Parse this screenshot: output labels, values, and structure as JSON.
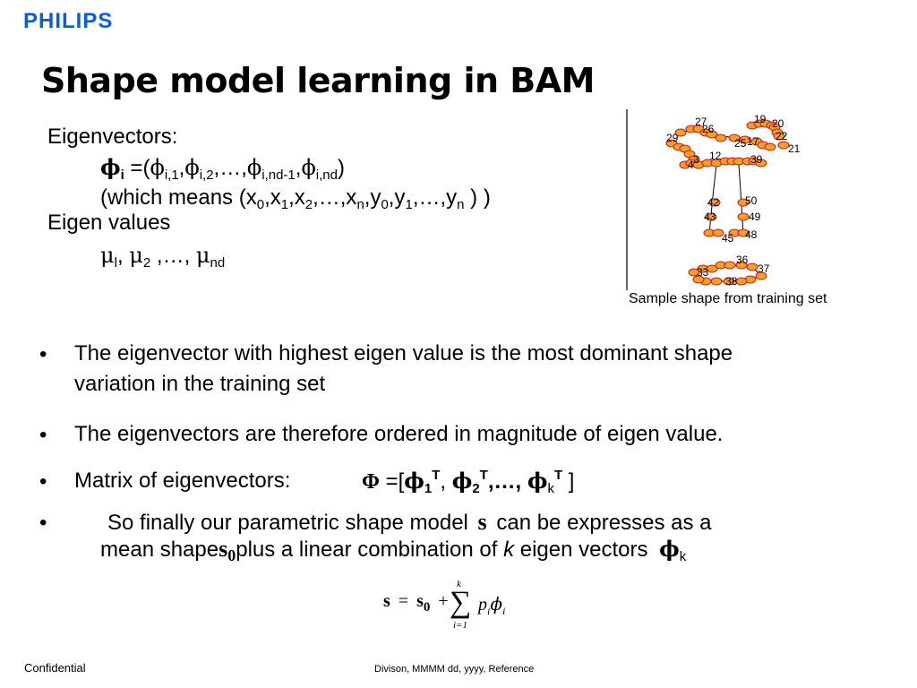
{
  "header": {
    "logo": "PHILIPS",
    "title": "Shape model learning in BAM"
  },
  "eigen": {
    "heading": "Eigenvectors:",
    "phi": "ϕ",
    "i": "i",
    "sub_i1": "i,1",
    "sub_i2": "i,2",
    "sub_ind1": "i,nd-1",
    "sub_ind": "i,nd",
    "means_pre": "(which means (x",
    "means_post": ")  )",
    "values_heading": "Eigen values",
    "mu": "μ",
    "mu_sub1": "l",
    "mu_sub2": "2",
    "mu_subnd": "nd"
  },
  "figure": {
    "caption": "Sample shape from training set",
    "point_color": "#f2a126",
    "point_edge": "#c11a1a",
    "labels": [
      "27",
      "26",
      "29",
      "19",
      "20",
      "22",
      "21",
      "42",
      "50",
      "43",
      "49",
      "45",
      "48",
      "36",
      "37",
      "33",
      "38",
      "12",
      "3",
      "4",
      "25",
      "17",
      "39"
    ]
  },
  "bullets": [
    {
      "marker": "•",
      "line1": "The eigenvector with highest eigen value is the most dominant shape",
      "line2": "variation in the training set"
    },
    {
      "marker": "•",
      "text": "The eigenvectors are therefore ordered in magnitude of eigen value."
    },
    {
      "marker": "•",
      "text": "Matrix of eigenvectors:",
      "Phi": "Φ",
      "k": "k",
      "T": "T",
      "one": "1",
      "two": "2"
    },
    {
      "marker": "•",
      "text_a": "So finally our parametric shape model",
      "s": "s",
      "text_b": "can be expresses as a",
      "text_c": "mean shape",
      "s0": "s",
      "zero": "0",
      "text_d": "plus a linear combination of",
      "k": "k",
      "text_e": "eigen vectors",
      "phi": "ϕ"
    }
  ],
  "formula": {
    "s": "s",
    "eq": "=",
    "s0": "s",
    "zero": "0",
    "plus": "+",
    "sum": "∑",
    "upper": "k",
    "lower": "i=1",
    "p": "p",
    "i": "i",
    "phi": "ϕ"
  },
  "footer": {
    "left": "Confidential",
    "center": "Divison, MMMM dd, yyyy, Reference"
  }
}
